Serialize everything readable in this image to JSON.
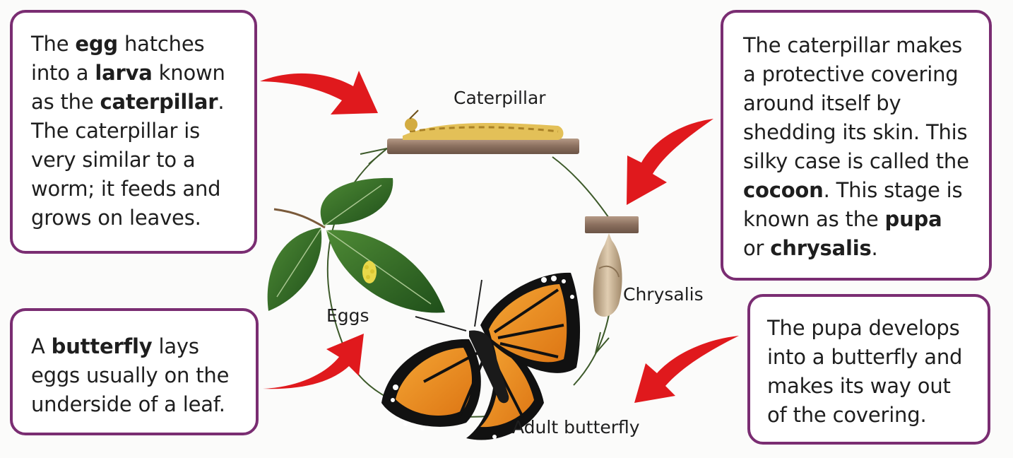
{
  "stages": {
    "caterpillar": "Caterpillar",
    "chrysalis": "Chrysalis",
    "eggs": "Eggs",
    "adult": "Adult butterfly"
  },
  "boxes": {
    "egg": {
      "l1a": "The ",
      "l1b": "egg",
      "l1c": " hatches",
      "l2a": "into a ",
      "l2b": "larva",
      "l2c": " known",
      "l3a": "as the ",
      "l3b": "caterpillar",
      "l3c": ".",
      "l4": "The caterpillar is",
      "l5": "very similar to a",
      "l6": "worm; it feeds and",
      "l7": "grows on leaves."
    },
    "butterfly": {
      "l1a": "A ",
      "l1b": "butterfly",
      "l1c": " lays",
      "l2": "eggs usually on the",
      "l3": "underside of a leaf."
    },
    "cocoon": {
      "l1": "The caterpillar makes",
      "l2": "a protective covering",
      "l3": "around itself by",
      "l4": "shedding its skin. This",
      "l5": "silky case is called the",
      "l6a": "cocoon",
      "l6b": ". This stage is",
      "l7a": "known as the ",
      "l7b": "pupa",
      "l8a": "or ",
      "l8b": "chrysalis",
      "l8c": "."
    },
    "pupa": {
      "l1": "The pupa develops",
      "l2": "into a butterfly and",
      "l3": "makes its way out",
      "l4": "of the covering."
    }
  },
  "colors": {
    "border": "#7a2d72",
    "arrow": "#e0191d",
    "cycle_line": "#3d5a2a",
    "wing_orange": "#ea8a1e",
    "leaf": "#2f6a25"
  }
}
